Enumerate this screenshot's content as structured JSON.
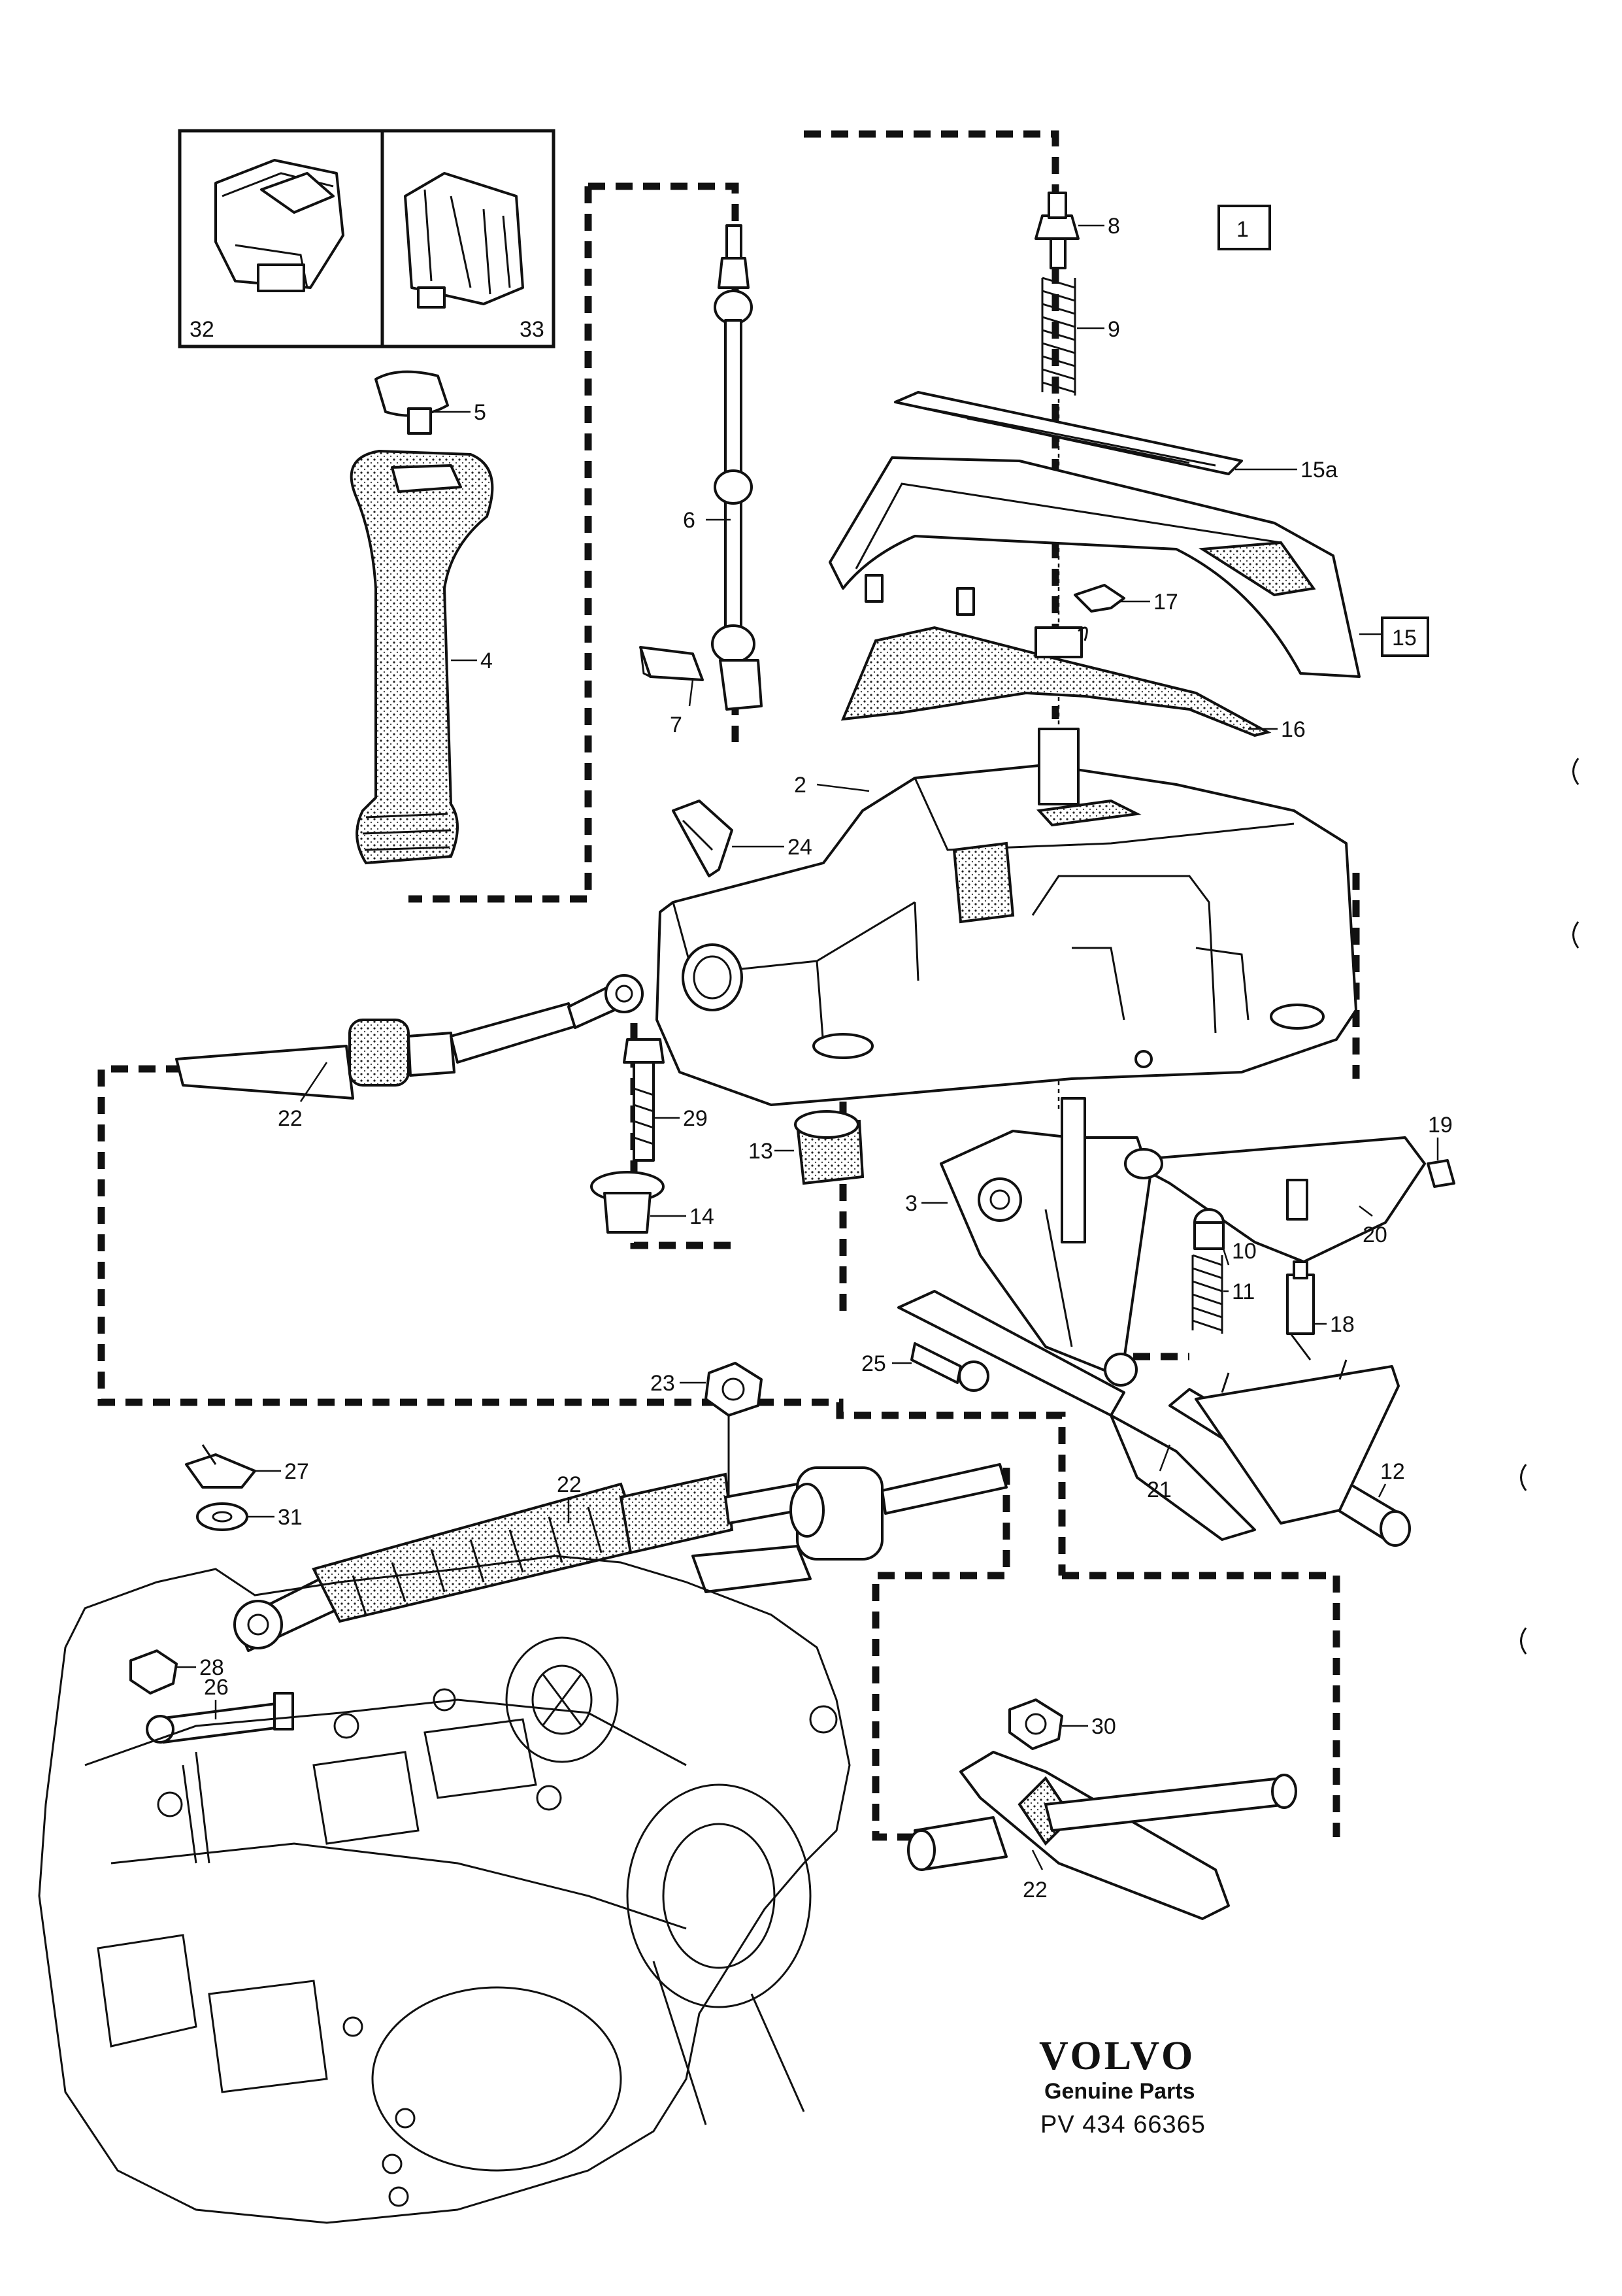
{
  "brand": {
    "name": "VOLVO",
    "tagline": "Genuine Parts",
    "reference": "PV 434 66365"
  },
  "section_box": "1",
  "assembly_box": "15",
  "callouts": {
    "c1": "2",
    "c2": "3",
    "c3": "4",
    "c4": "5",
    "c5": "6",
    "c6": "7",
    "c7": "8",
    "c8": "9",
    "c9": "10",
    "c10": "11",
    "c11": "12",
    "c12": "13",
    "c13": "14",
    "c14": "15a",
    "c15": "16",
    "c16": "17",
    "c17": "18",
    "c18": "19",
    "c19": "20",
    "c20": "21",
    "c21": "22",
    "c22": "22",
    "c23": "22",
    "c24": "23",
    "c25": "24",
    "c26": "25",
    "c27": "26",
    "c28": "27",
    "c29": "28",
    "c30": "29",
    "c31": "30",
    "c32": "31",
    "c33": "32",
    "c34": "33"
  }
}
